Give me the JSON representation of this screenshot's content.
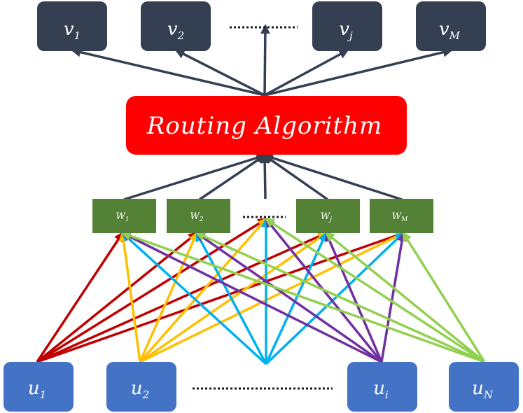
{
  "outputs": [
    {
      "base": "v",
      "sub": "1"
    },
    {
      "base": "v",
      "sub": "2"
    },
    {
      "base": "v",
      "sub": "j"
    },
    {
      "base": "v",
      "sub": "M"
    }
  ],
  "routing": {
    "label": "Routing Algorithm"
  },
  "weights": [
    {
      "base": "W",
      "sub": "1"
    },
    {
      "base": "W",
      "sub": "2"
    },
    {
      "base": "W",
      "sub": "j"
    },
    {
      "base": "W",
      "sub": "M"
    }
  ],
  "inputs": [
    {
      "base": "u",
      "sub": "1"
    },
    {
      "base": "u",
      "sub": "2"
    },
    {
      "base": "u",
      "sub": "i"
    },
    {
      "base": "u",
      "sub": "N"
    }
  ],
  "colors": {
    "output_box": "#343f52",
    "routing_box": "#ff0000",
    "weight_box": "#538135",
    "input_box": "#4472c4",
    "arrow_dark": "#343f52",
    "u1_arrows": "#c00000",
    "u2_arrows": "#ffc000",
    "center_arrows": "#00b0f0",
    "ui_arrows": "#7030a0",
    "uN_arrows": "#92d050"
  }
}
